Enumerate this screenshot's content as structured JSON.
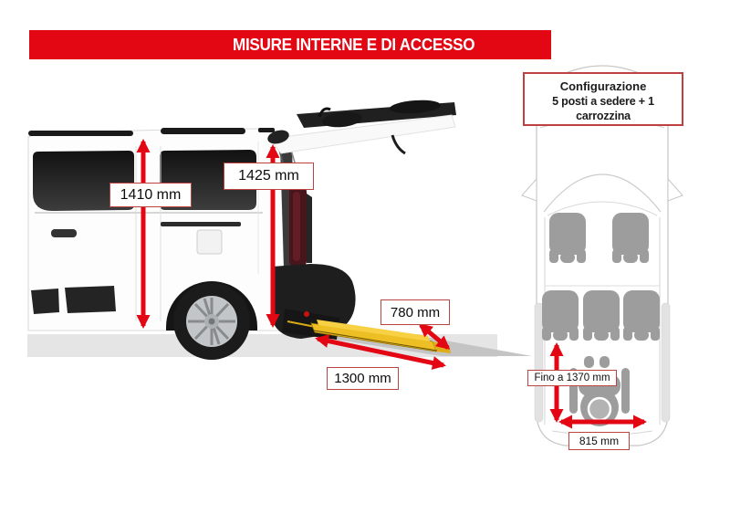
{
  "title": "MISURE INTERNE E DI ACCESSO",
  "side_view": {
    "interior_height": "1410 mm",
    "access_height": "1425 mm",
    "ramp_width": "780 mm",
    "ramp_length": "1300 mm"
  },
  "top_view": {
    "configuration": {
      "heading": "Configurazione",
      "detail": "5 posti a sedere + 1 carrozzina"
    },
    "wheelchair_space_length": "Fino a 1370 mm",
    "wheelchair_space_width": "815 mm"
  },
  "colors": {
    "accent_red": "#e30613",
    "label_border_red": "#b94442",
    "seat_gray": "#9d9d9d",
    "ramp_yellow": "#eebf25"
  }
}
